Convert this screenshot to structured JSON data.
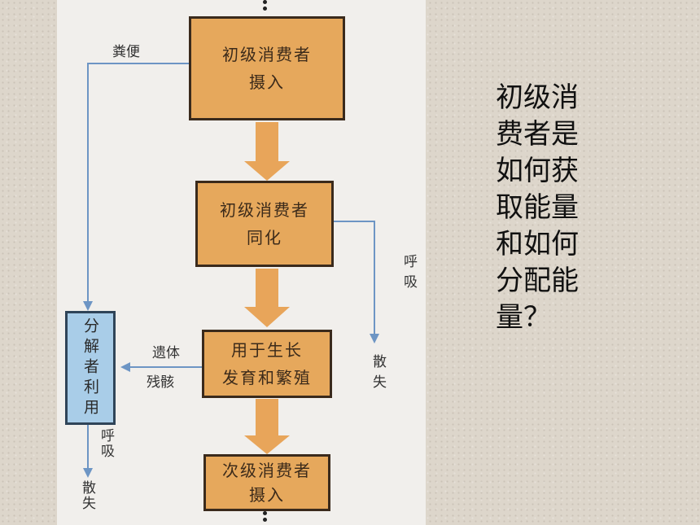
{
  "boxes": {
    "primary_intake": {
      "line1": "初级消费者",
      "line2": "摄入"
    },
    "primary_assimilation": {
      "line1": "初级消费者",
      "line2": "同化"
    },
    "growth": {
      "line1": "用于生长",
      "line2": "发育和繁殖"
    },
    "secondary_intake": {
      "line1": "次级消费者",
      "line2": "摄入"
    },
    "decomposer": "分解者利用"
  },
  "labels": {
    "feces": "粪便",
    "respiration_right": "呼吸",
    "dissipation_right": "散失",
    "remains_line1": "遗体",
    "remains_line2": "残骸",
    "respiration_left": "呼吸",
    "dissipation_left": "散失"
  },
  "question": "初级消费者是如何获取能量和如何分配能量？",
  "colors": {
    "box_fill": "#e6a85c",
    "decomposer_fill": "#a9cde8",
    "flow_arrow": "#e8a55a",
    "line_blue": "#6d95c4"
  }
}
